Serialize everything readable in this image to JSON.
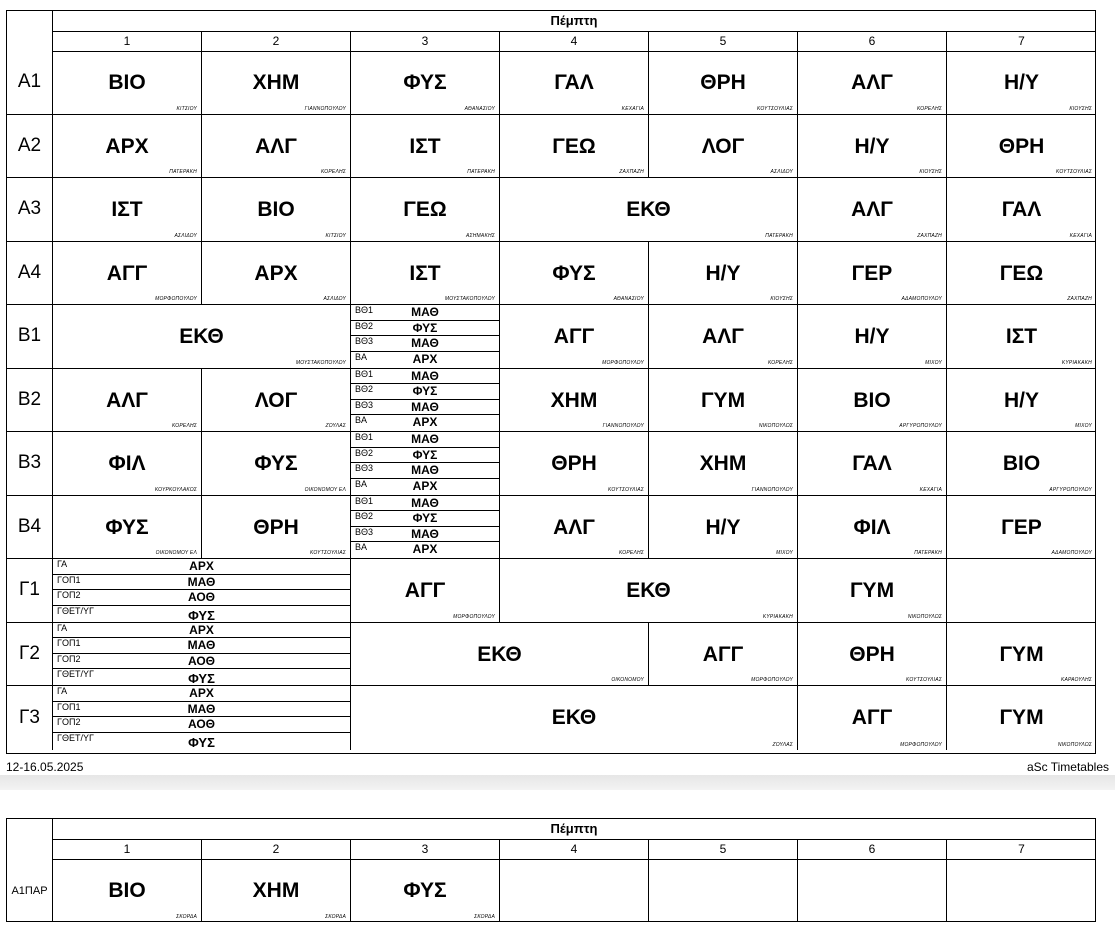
{
  "day": "Πέμπτη",
  "periods": [
    "1",
    "2",
    "3",
    "4",
    "5",
    "6",
    "7"
  ],
  "rows": [
    {
      "label": "Α1",
      "cells": [
        {
          "span": 1,
          "subject": "ΒΙΟ",
          "teacher": "ΚΙΤΣΙΟΥ"
        },
        {
          "span": 1,
          "subject": "ΧΗΜ",
          "teacher": "ΓΙΑΝΝΟΠΟΥΛΟΥ"
        },
        {
          "span": 1,
          "subject": "ΦΥΣ",
          "teacher": "ΑΘΑΝΑΣΙΟΥ"
        },
        {
          "span": 1,
          "subject": "ΓΑΛ",
          "teacher": "ΚΕΧΑΓΙΑ"
        },
        {
          "span": 1,
          "subject": "ΘΡΗ",
          "teacher": "ΚΟΥΤΣΟΥΛΙΑΣ"
        },
        {
          "span": 1,
          "subject": "ΑΛΓ",
          "teacher": "ΚΟΡΕΛΗΣ"
        },
        {
          "span": 1,
          "subject": "Η/Υ",
          "teacher": "ΚΙΟΥΣΗΣ"
        }
      ]
    },
    {
      "label": "Α2",
      "cells": [
        {
          "span": 1,
          "subject": "ΑΡΧ",
          "teacher": "ΠΑΤΕΡΑΚΗ"
        },
        {
          "span": 1,
          "subject": "ΑΛΓ",
          "teacher": "ΚΟΡΕΛΗΣ"
        },
        {
          "span": 1,
          "subject": "ΙΣΤ",
          "teacher": "ΠΑΤΕΡΑΚΗ"
        },
        {
          "span": 1,
          "subject": "ΓΕΩ",
          "teacher": "ΖΑΧΠΑΖΗ"
        },
        {
          "span": 1,
          "subject": "ΛΟΓ",
          "teacher": "ΑΣΛΙΔΟΥ"
        },
        {
          "span": 1,
          "subject": "Η/Υ",
          "teacher": "ΚΙΟΥΣΗΣ"
        },
        {
          "span": 1,
          "subject": "ΘΡΗ",
          "teacher": "ΚΟΥΤΣΟΥΛΙΑΣ"
        }
      ]
    },
    {
      "label": "Α3",
      "cells": [
        {
          "span": 1,
          "subject": "ΙΣΤ",
          "teacher": "ΑΣΛΙΔΟΥ"
        },
        {
          "span": 1,
          "subject": "ΒΙΟ",
          "teacher": "ΚΙΤΣΙΟΥ"
        },
        {
          "span": 1,
          "subject": "ΓΕΩ",
          "teacher": "ΑΣΗΜΑΚΗΣ"
        },
        {
          "span": 2,
          "subject": "ΕΚΘ",
          "teacher": "ΠΑΤΕΡΑΚΗ"
        },
        {
          "span": 1,
          "subject": "ΑΛΓ",
          "teacher": "ΖΑΧΠΑΖΗ"
        },
        {
          "span": 1,
          "subject": "ΓΑΛ",
          "teacher": "ΚΕΧΑΓΙΑ"
        }
      ]
    },
    {
      "label": "Α4",
      "cells": [
        {
          "span": 1,
          "subject": "ΑΓΓ",
          "teacher": "ΜΟΡΦΟΠΟΥΛΟΥ"
        },
        {
          "span": 1,
          "subject": "ΑΡΧ",
          "teacher": "ΑΣΛΙΔΟΥ"
        },
        {
          "span": 1,
          "subject": "ΙΣΤ",
          "teacher": "ΜΟΥΣΤΑΚΟΠΟΥΛΟΥ"
        },
        {
          "span": 1,
          "subject": "ΦΥΣ",
          "teacher": "ΑΘΑΝΑΣΙΟΥ"
        },
        {
          "span": 1,
          "subject": "Η/Υ",
          "teacher": "ΚΙΟΥΣΗΣ"
        },
        {
          "span": 1,
          "subject": "ΓΕΡ",
          "teacher": "ΑΔΑΜΟΠΟΥΛΟΥ"
        },
        {
          "span": 1,
          "subject": "ΓΕΩ",
          "teacher": "ΖΑΧΠΑΖΗ"
        }
      ]
    },
    {
      "label": "Β1",
      "cells": [
        {
          "span": 2,
          "subject": "ΕΚΘ",
          "teacher": "ΜΟΥΣΤΑΚΟΠΟΥΛΟΥ"
        },
        {
          "span": 1,
          "groups": [
            {
              "g": "ΒΘ1",
              "s": "ΜΑΘ"
            },
            {
              "g": "ΒΘ2",
              "s": "ΦΥΣ"
            },
            {
              "g": "ΒΘ3",
              "s": "ΜΑΘ"
            },
            {
              "g": "ΒΑ",
              "s": "ΑΡΧ"
            }
          ]
        },
        {
          "span": 1,
          "subject": "ΑΓΓ",
          "teacher": "ΜΟΡΦΟΠΟΥΛΟΥ"
        },
        {
          "span": 1,
          "subject": "ΑΛΓ",
          "teacher": "ΚΟΡΕΛΗΣ"
        },
        {
          "span": 1,
          "subject": "Η/Υ",
          "teacher": "ΜΙΧΟΥ"
        },
        {
          "span": 1,
          "subject": "ΙΣΤ",
          "teacher": "ΚΥΡΙΑΚΑΚΗ"
        }
      ]
    },
    {
      "label": "Β2",
      "cells": [
        {
          "span": 1,
          "subject": "ΑΛΓ",
          "teacher": "ΚΟΡΕΛΗΣ"
        },
        {
          "span": 1,
          "subject": "ΛΟΓ",
          "teacher": "ΖΟΥΛΑΣ"
        },
        {
          "span": 1,
          "groups": [
            {
              "g": "ΒΘ1",
              "s": "ΜΑΘ"
            },
            {
              "g": "ΒΘ2",
              "s": "ΦΥΣ"
            },
            {
              "g": "ΒΘ3",
              "s": "ΜΑΘ"
            },
            {
              "g": "ΒΑ",
              "s": "ΑΡΧ"
            }
          ]
        },
        {
          "span": 1,
          "subject": "ΧΗΜ",
          "teacher": "ΓΙΑΝΝΟΠΟΥΛΟΥ"
        },
        {
          "span": 1,
          "subject": "ΓΥΜ",
          "teacher": "ΝΙΚΟΠΟΥΛΟΣ"
        },
        {
          "span": 1,
          "subject": "ΒΙΟ",
          "teacher": "ΑΡΓΥΡΟΠΟΥΛΟΥ"
        },
        {
          "span": 1,
          "subject": "Η/Υ",
          "teacher": "ΜΙΧΟΥ"
        }
      ]
    },
    {
      "label": "Β3",
      "cells": [
        {
          "span": 1,
          "subject": "ΦΙΛ",
          "teacher": "ΚΟΥΡΚΟΥΛΑΚΟΣ"
        },
        {
          "span": 1,
          "subject": "ΦΥΣ",
          "teacher": "ΟΙΚΟΝΟΜΟΥ ΕΛ"
        },
        {
          "span": 1,
          "groups": [
            {
              "g": "ΒΘ1",
              "s": "ΜΑΘ"
            },
            {
              "g": "ΒΘ2",
              "s": "ΦΥΣ"
            },
            {
              "g": "ΒΘ3",
              "s": "ΜΑΘ"
            },
            {
              "g": "ΒΑ",
              "s": "ΑΡΧ"
            }
          ]
        },
        {
          "span": 1,
          "subject": "ΘΡΗ",
          "teacher": "ΚΟΥΤΣΟΥΛΙΑΣ"
        },
        {
          "span": 1,
          "subject": "ΧΗΜ",
          "teacher": "ΓΙΑΝΝΟΠΟΥΛΟΥ"
        },
        {
          "span": 1,
          "subject": "ΓΑΛ",
          "teacher": "ΚΕΧΑΓΙΑ"
        },
        {
          "span": 1,
          "subject": "ΒΙΟ",
          "teacher": "ΑΡΓΥΡΟΠΟΥΛΟΥ"
        }
      ]
    },
    {
      "label": "Β4",
      "cells": [
        {
          "span": 1,
          "subject": "ΦΥΣ",
          "teacher": "ΟΙΚΟΝΟΜΟΥ ΕΛ"
        },
        {
          "span": 1,
          "subject": "ΘΡΗ",
          "teacher": "ΚΟΥΤΣΟΥΛΙΑΣ"
        },
        {
          "span": 1,
          "groups": [
            {
              "g": "ΒΘ1",
              "s": "ΜΑΘ"
            },
            {
              "g": "ΒΘ2",
              "s": "ΦΥΣ"
            },
            {
              "g": "ΒΘ3",
              "s": "ΜΑΘ"
            },
            {
              "g": "ΒΑ",
              "s": "ΑΡΧ"
            }
          ]
        },
        {
          "span": 1,
          "subject": "ΑΛΓ",
          "teacher": "ΚΟΡΕΛΗΣ"
        },
        {
          "span": 1,
          "subject": "Η/Υ",
          "teacher": "ΜΙΧΟΥ"
        },
        {
          "span": 1,
          "subject": "ΦΙΛ",
          "teacher": "ΠΑΤΕΡΑΚΗ"
        },
        {
          "span": 1,
          "subject": "ΓΕΡ",
          "teacher": "ΑΔΑΜΟΠΟΥΛΟΥ"
        }
      ]
    },
    {
      "label": "Γ1",
      "cells": [
        {
          "span": 2,
          "groups": [
            {
              "g": "ΓΑ",
              "s": "ΑΡΧ"
            },
            {
              "g": "ΓΟΠ1",
              "s": "ΜΑΘ"
            },
            {
              "g": "ΓΟΠ2",
              "s": "ΑΟΘ"
            },
            {
              "g": "ΓΘΕΤ/ΥΓ",
              "s": "ΦΥΣ",
              "tall": true
            }
          ]
        },
        {
          "span": 1,
          "subject": "ΑΓΓ",
          "teacher": "ΜΟΡΦΟΠΟΥΛΟΥ"
        },
        {
          "span": 2,
          "subject": "ΕΚΘ",
          "teacher": "ΚΥΡΙΑΚΑΚΗ"
        },
        {
          "span": 1,
          "subject": "ΓΥΜ",
          "teacher": "ΝΙΚΟΠΟΥΛΟΣ"
        },
        {
          "span": 1,
          "subject": "",
          "teacher": ""
        }
      ]
    },
    {
      "label": "Γ2",
      "cells": [
        {
          "span": 2,
          "groups": [
            {
              "g": "ΓΑ",
              "s": "ΑΡΧ"
            },
            {
              "g": "ΓΟΠ1",
              "s": "ΜΑΘ"
            },
            {
              "g": "ΓΟΠ2",
              "s": "ΑΟΘ"
            },
            {
              "g": "ΓΘΕΤ/ΥΓ",
              "s": "ΦΥΣ",
              "tall": true
            }
          ]
        },
        {
          "span": 2,
          "subject": "ΕΚΘ",
          "teacher": "ΟΙΚΟΝΟΜΟΥ"
        },
        {
          "span": 1,
          "subject": "ΑΓΓ",
          "teacher": "ΜΟΡΦΟΠΟΥΛΟΥ"
        },
        {
          "span": 1,
          "subject": "ΘΡΗ",
          "teacher": "ΚΟΥΤΣΟΥΛΙΑΣ"
        },
        {
          "span": 1,
          "subject": "ΓΥΜ",
          "teacher": "ΚΑΡΑΟΥΛΗΣ"
        }
      ]
    },
    {
      "label": "Γ3",
      "cells": [
        {
          "span": 2,
          "groups": [
            {
              "g": "ΓΑ",
              "s": "ΑΡΧ"
            },
            {
              "g": "ΓΟΠ1",
              "s": "ΜΑΘ"
            },
            {
              "g": "ΓΟΠ2",
              "s": "ΑΟΘ"
            },
            {
              "g": "ΓΘΕΤ/ΥΓ",
              "s": "ΦΥΣ",
              "tall": true
            }
          ]
        },
        {
          "span": 3,
          "subject": "ΕΚΘ",
          "teacher": "ΖΟΥΛΑΣ"
        },
        {
          "span": 1,
          "subject": "ΑΓΓ",
          "teacher": "ΜΟΡΦΟΠΟΥΛΟΥ"
        },
        {
          "span": 1,
          "subject": "ΓΥΜ",
          "teacher": "ΝΙΚΟΠΟΥΛΟΣ"
        }
      ]
    }
  ],
  "footer": {
    "dates": "12-16.05.2025",
    "brand": "aSc Timetables"
  },
  "page2": {
    "day": "Πέμπτη",
    "periods": [
      "1",
      "2",
      "3",
      "4",
      "5",
      "6",
      "7"
    ],
    "rows": [
      {
        "label": "Α1ΠΑΡ",
        "cells": [
          {
            "span": 1,
            "subject": "ΒΙΟ",
            "teacher": "ΣΚΟΡΔΑ"
          },
          {
            "span": 1,
            "subject": "ΧΗΜ",
            "teacher": "ΣΚΟΡΔΑ"
          },
          {
            "span": 1,
            "subject": "ΦΥΣ",
            "teacher": "ΣΚΟΡΔΑ"
          },
          {
            "span": 1,
            "subject": "",
            "teacher": ""
          },
          {
            "span": 1,
            "subject": "",
            "teacher": ""
          },
          {
            "span": 1,
            "subject": "",
            "teacher": ""
          },
          {
            "span": 1,
            "subject": "",
            "teacher": ""
          }
        ]
      }
    ]
  }
}
